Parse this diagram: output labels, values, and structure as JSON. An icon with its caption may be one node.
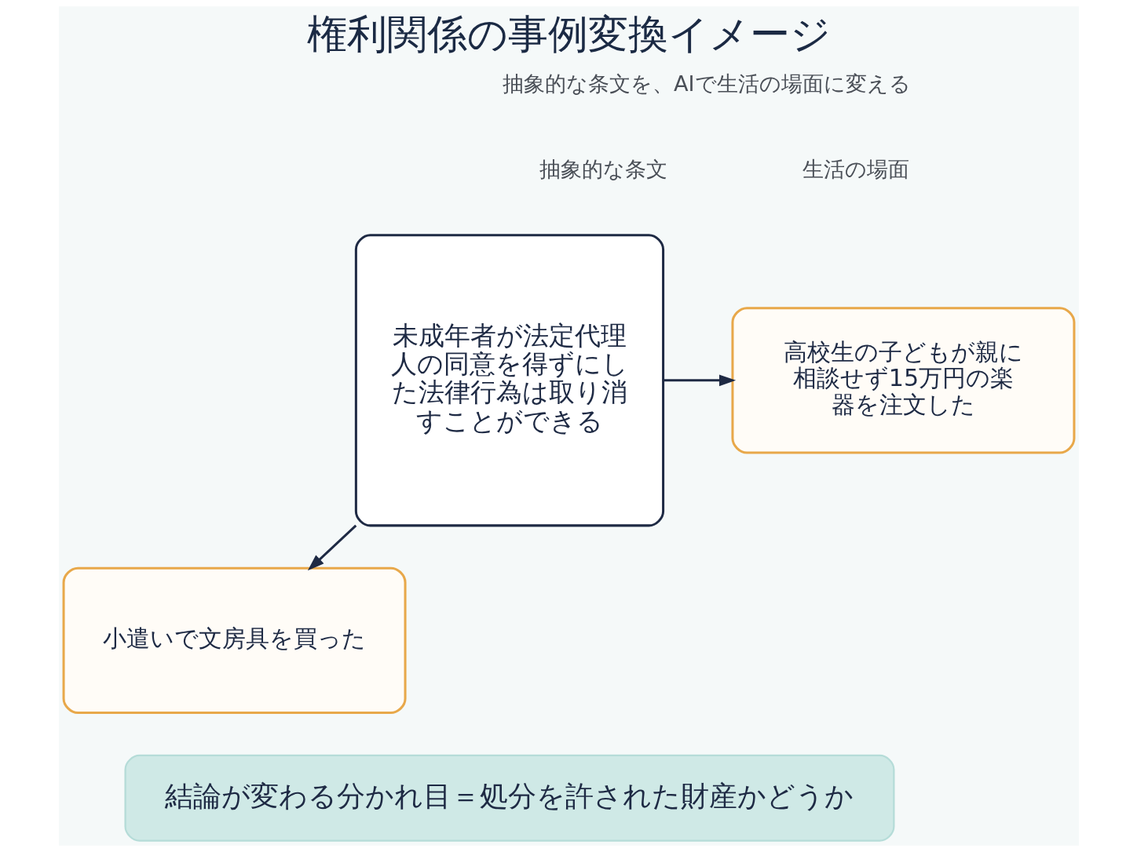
{
  "diagram": {
    "title": "権利関係の事例変換イメージ",
    "nodes": [
      {
        "text": [
          "未成年者が法定代理人の同意を得ずにした法律行為は取り消すことができる"
        ]
      },
      {
        "text": [
          "高校生の子どもが親に相談せず15万円の楽器を注文した"
        ]
      },
      {
        "text": [
          "小遣いで文房具を買った"
        ]
      },
      {
        "text": [
          "結論が変わる分かれ目＝処分を許された財産かどうか"
        ]
      }
    ],
    "edges": [
      {
        "from": 0,
        "to": 1,
        "arrow": "to"
      },
      {
        "from": 0,
        "to": 2,
        "arrow": "to"
      }
    ],
    "labels": [
      "抽象的な条文を、AIで生活の場面に変える",
      "抽象的な条文",
      "生活の場面"
    ]
  }
}
